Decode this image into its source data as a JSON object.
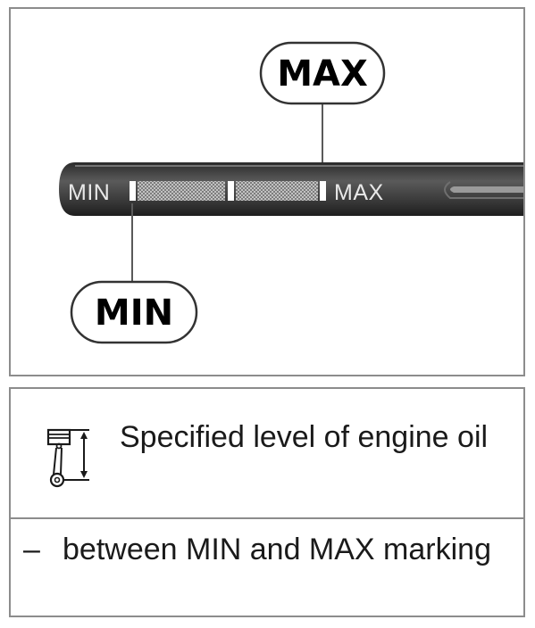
{
  "figure": {
    "callout_top": "MAX",
    "callout_bottom": "MIN",
    "stick_min": "MIN",
    "stick_max": "MAX",
    "colors": {
      "stick": "#4a4a4a",
      "stick_highlight": "#9a9a9a",
      "crosshatch": "#9e9e9e",
      "mark": "#ffffff",
      "stick_text": "#e8e8e8"
    }
  },
  "spec": {
    "icon": "engine-oil-level-icon",
    "title": "Specified level of engine oil",
    "dash": "–",
    "value": "between MIN and MAX marking"
  }
}
